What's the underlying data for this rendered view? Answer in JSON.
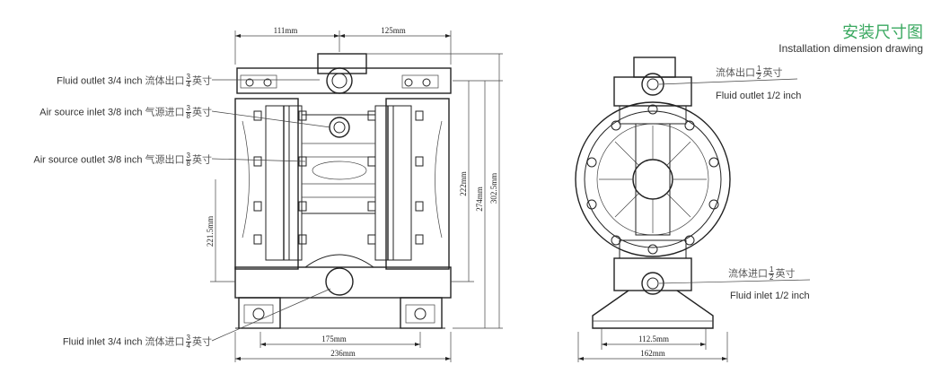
{
  "header": {
    "title_zh": "安装尺寸图",
    "title_en": "Installation dimension drawing"
  },
  "front_view": {
    "callouts": [
      {
        "en": "Fluid outlet 3/4 inch",
        "zh_prefix": "流体出口",
        "num": "3",
        "den": "4",
        "zh_suffix": "英寸"
      },
      {
        "en": "Air source inlet 3/8 inch",
        "zh_prefix": "气源进口",
        "num": "3",
        "den": "8",
        "zh_suffix": "英寸"
      },
      {
        "en": "Air source outlet 3/8 inch",
        "zh_prefix": "气源出口",
        "num": "3",
        "den": "8",
        "zh_suffix": "英寸"
      },
      {
        "en": "Fluid inlet 3/4 inch",
        "zh_prefix": "流体进口",
        "num": "3",
        "den": "4",
        "zh_suffix": "英寸"
      }
    ],
    "dims": {
      "top_left": "111mm",
      "top_right": "125mm",
      "height_inlet": "221.5mm",
      "height_outlet": "222mm",
      "height_mid": "274mm",
      "height_total": "302.5mm",
      "bottom_inner": "175mm",
      "bottom_total": "236mm"
    }
  },
  "side_view": {
    "outlet": {
      "zh_prefix": "流体出口",
      "num": "1",
      "den": "2",
      "zh_suffix": "英寸",
      "en": "Fluid outlet 1/2 inch"
    },
    "inlet": {
      "zh_prefix": "流体进口",
      "num": "1",
      "den": "2",
      "zh_suffix": "英寸",
      "en": "Fluid inlet 1/2 inch"
    },
    "dims": {
      "bottom_inner": "112.5mm",
      "bottom_total": "162mm"
    }
  }
}
